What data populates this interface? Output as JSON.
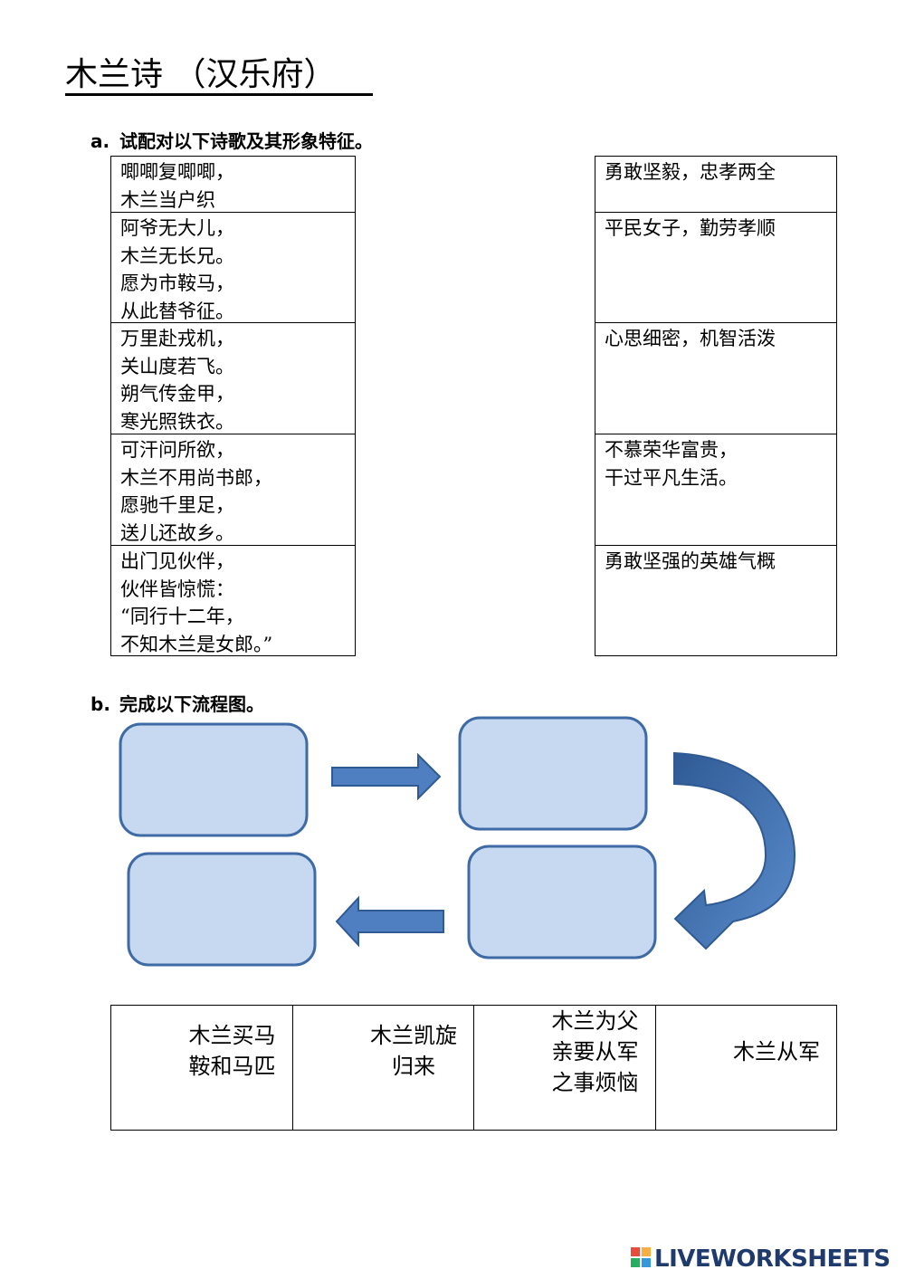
{
  "title": "木兰诗 （汉乐府）",
  "section_a": {
    "letter": "a.",
    "instruction": "试配对以下诗歌及其形象特征。"
  },
  "poems": [
    [
      "唧唧复唧唧，",
      "木兰当户织"
    ],
    [
      "阿爷无大儿，",
      "木兰无长兄。",
      "愿为市鞍马，",
      "从此替爷征。"
    ],
    [
      "万里赴戎机，",
      "关山度若飞。",
      "朔气传金甲，",
      "寒光照铁衣。"
    ],
    [
      "可汗问所欲，",
      "木兰不用尚书郎，",
      "愿驰千里足，",
      "送儿还故乡。"
    ],
    [
      "出门见伙伴，",
      "伙伴皆惊慌：",
      "“同行十二年，",
      "不知木兰是女郎。”"
    ]
  ],
  "traits": [
    [
      "勇敢坚毅，忠孝两全"
    ],
    [
      "平民女子，勤劳孝顺"
    ],
    [
      "心思细密，机智活泼"
    ],
    [
      "不慕荣华富贵，",
      "干过平凡生活。"
    ],
    [
      "勇敢坚强的英雄气概"
    ]
  ],
  "section_b": {
    "letter": "b.",
    "instruction": "完成以下流程图。"
  },
  "flowchart": {
    "box_fill": "#c6d9f1",
    "box_border": "#3e6aa5",
    "arrow_fill": "#4f7fc0",
    "arrow_dark": "#2f5a94"
  },
  "word_bank": [
    [
      "木兰买马",
      "鞍和马匹"
    ],
    [
      "木兰凯旋",
      "归来"
    ],
    [
      "木兰为父",
      "亲要从军",
      "之事烦恼"
    ],
    [
      "木兰从军"
    ]
  ],
  "watermark": {
    "brand": "LIVEWORKSHEETS"
  }
}
